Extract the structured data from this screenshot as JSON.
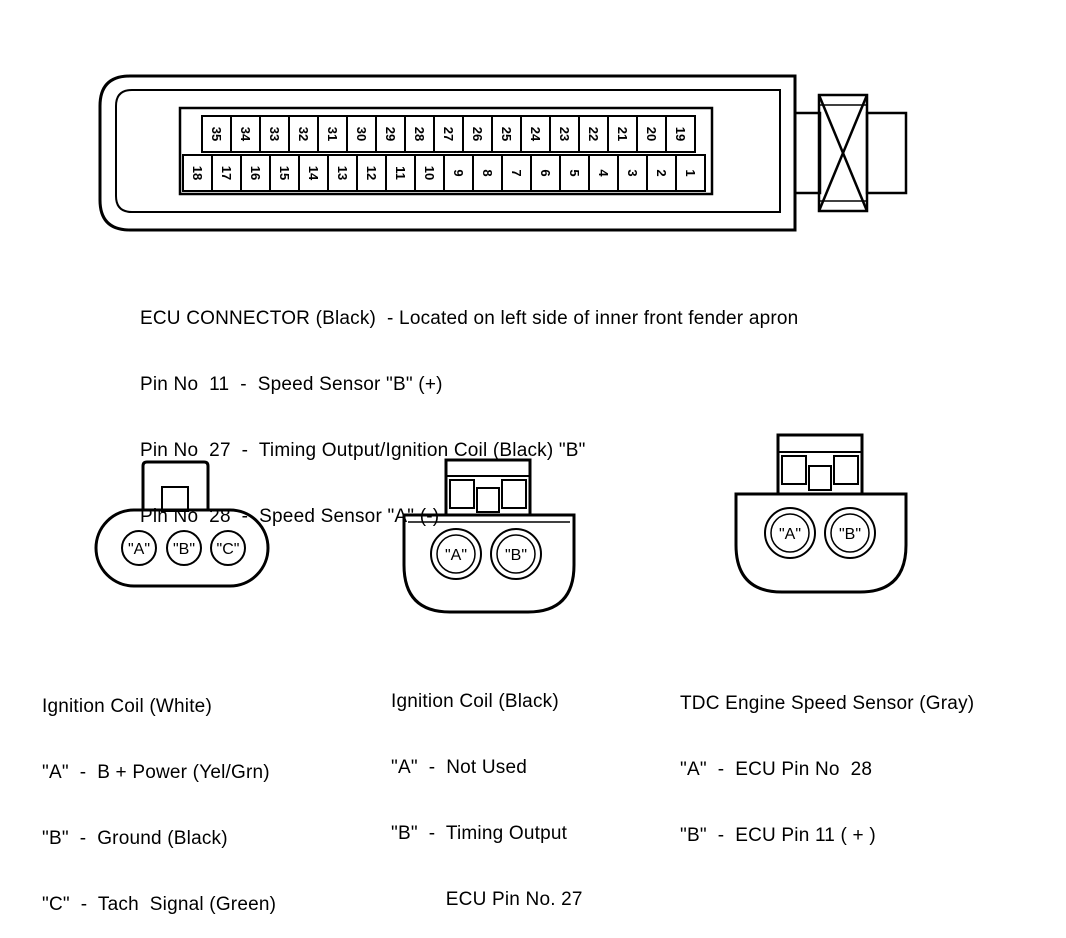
{
  "ecu": {
    "top_row_pins": [
      "35",
      "34",
      "33",
      "32",
      "31",
      "30",
      "29",
      "28",
      "27",
      "26",
      "25",
      "24",
      "23",
      "22",
      "21",
      "20",
      "19"
    ],
    "bottom_row_pins": [
      "18",
      "17",
      "16",
      "15",
      "14",
      "13",
      "12",
      "11",
      "10",
      "9",
      "8",
      "7",
      "6",
      "5",
      "4",
      "3",
      "2",
      "1"
    ],
    "caption": [
      "ECU CONNECTOR (Black)  - Located on left side of inner front fender apron",
      "Pin No  11  -  Speed Sensor \"B\" (+)",
      "Pin No  27  -  Timing Output/Ignition Coil (Black) \"B\"",
      "Pin No  28  -  Speed Sensor \"A\" (-)"
    ]
  },
  "coil_white": {
    "terminals": [
      "\"A\"",
      "\"B\"",
      "\"C\""
    ],
    "caption": [
      "Ignition Coil (White)",
      "\"A\"  -  B + Power (Yel/Grn)",
      "\"B\"  -  Ground (Black)",
      "\"C\"  -  Tach  Signal (Green)"
    ]
  },
  "coil_black": {
    "terminals": [
      "\"A\"",
      "\"B\""
    ],
    "caption": [
      "Ignition Coil (Black)",
      "\"A\"  -  Not Used",
      "\"B\"  -  Timing Output",
      "          ECU Pin No. 27"
    ]
  },
  "tdc_sensor": {
    "terminals": [
      "\"A\"",
      "\"B\""
    ],
    "caption": [
      "TDC Engine Speed Sensor (Gray)",
      "\"A\"  -  ECU Pin No  28",
      "\"B\"  -  ECU Pin 11 ( + )"
    ]
  }
}
